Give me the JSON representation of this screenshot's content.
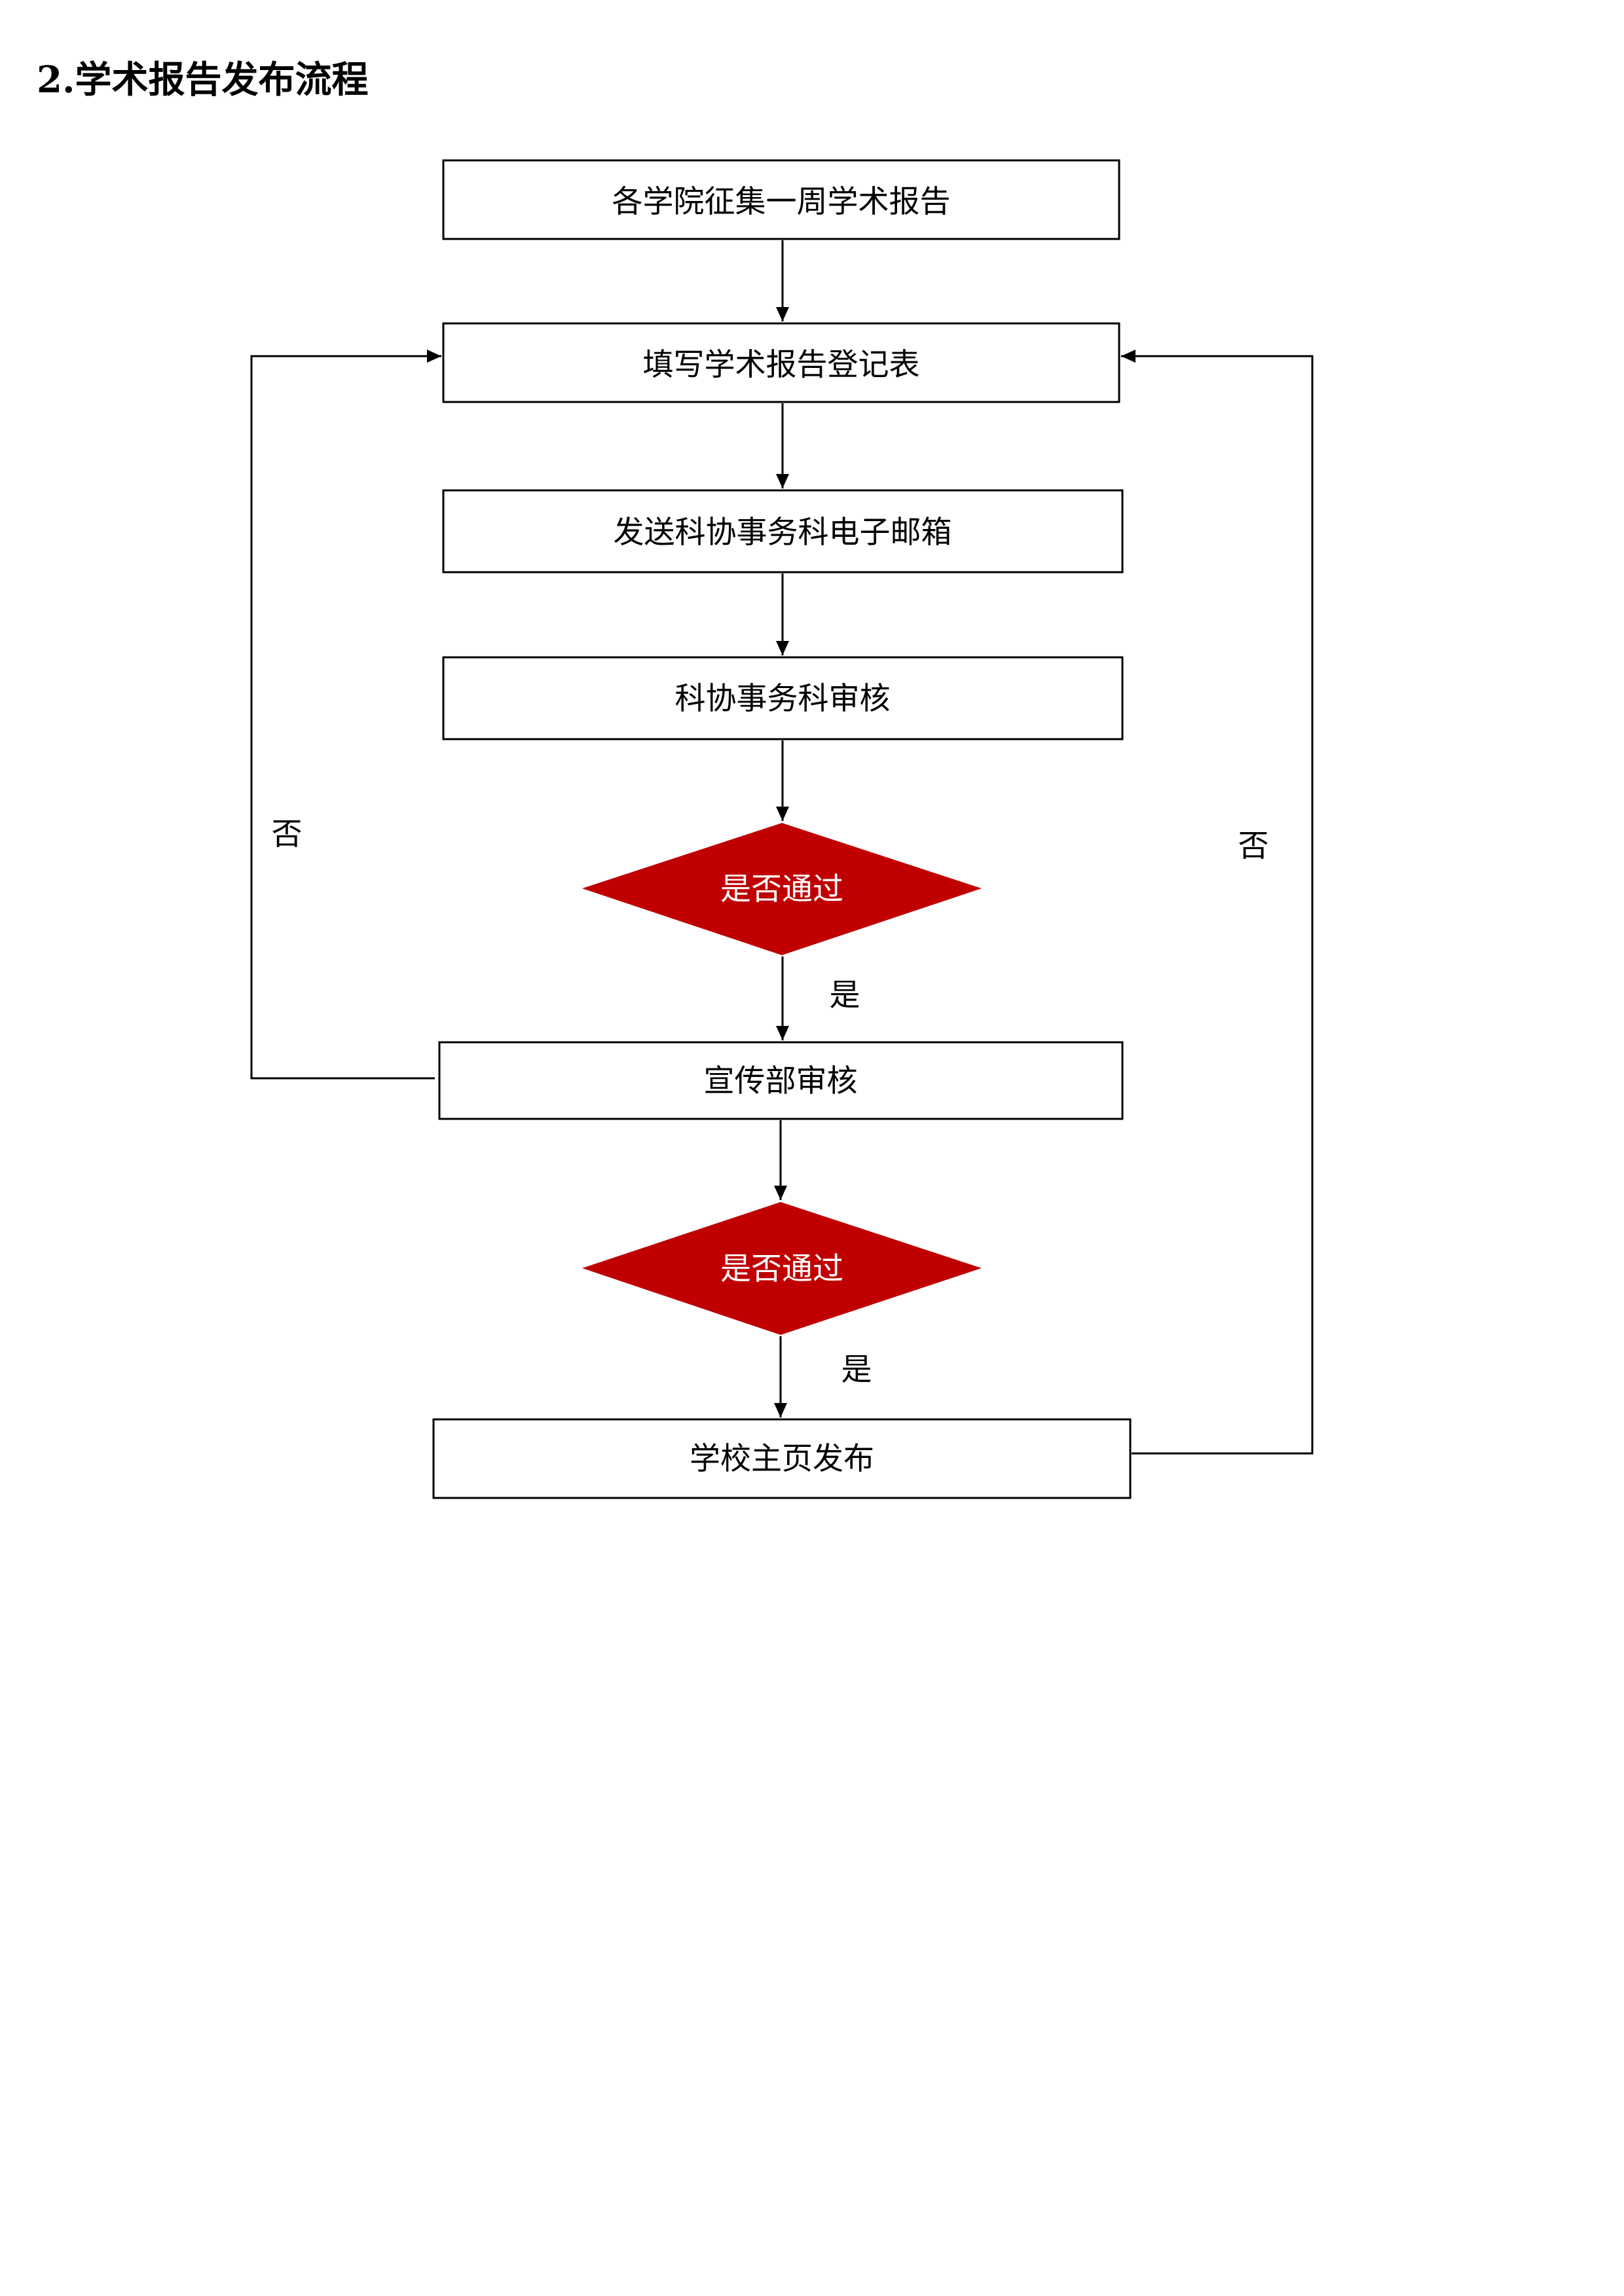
{
  "title": "2.学术报告发布流程",
  "colors": {
    "decision_fill": "#c00000",
    "decision_text": "#ffffff",
    "line": "#000000"
  },
  "flow": {
    "steps": {
      "collect": "各学院征集一周学术报告",
      "fill_form": "填写学术报告登记表",
      "send_email": "发送科协事务科电子邮箱",
      "kx_review": "科协事务科审核",
      "decision_1": "是否通过",
      "publicity_review": "宣传部审核",
      "decision_2": "是否通过",
      "publish": "学校主页发布"
    },
    "edge_labels": {
      "yes_1": "是",
      "yes_2": "是",
      "no_left": "否",
      "no_right": "否"
    }
  }
}
